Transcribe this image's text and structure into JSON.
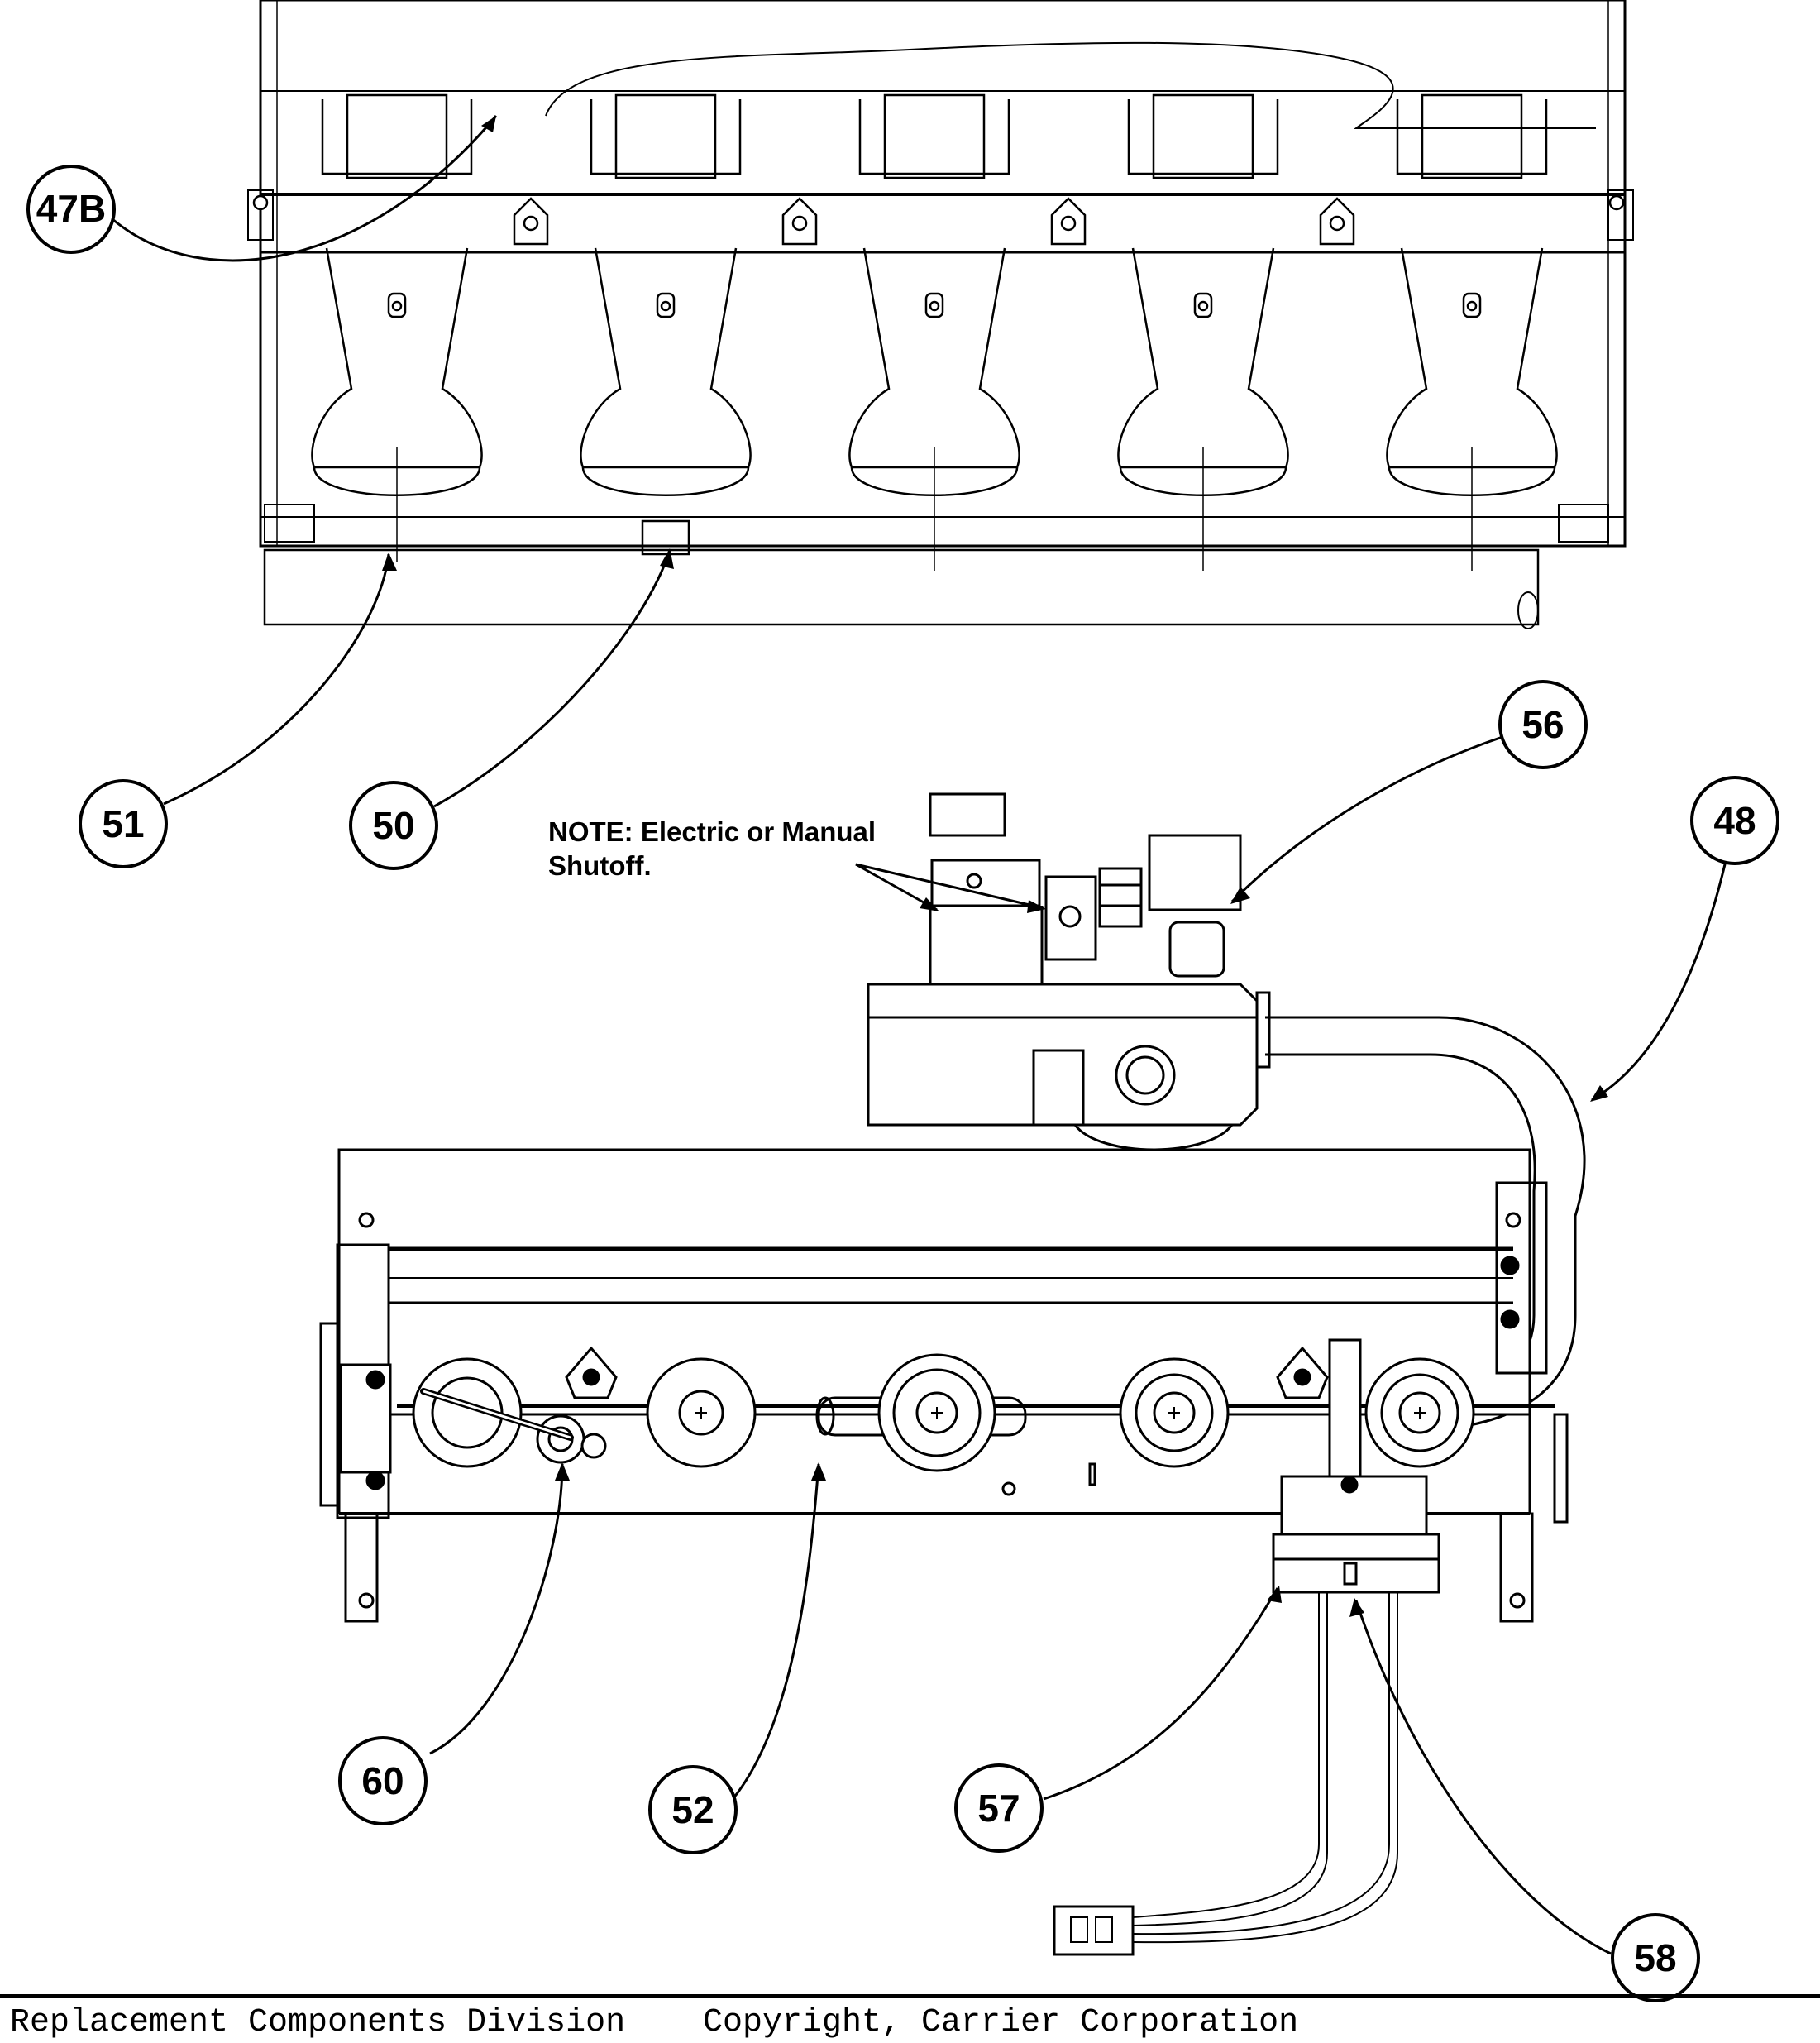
{
  "note": {
    "line1": "NOTE: Electric or Manual",
    "line2": "Shutoff."
  },
  "callouts": [
    {
      "id": "c47b",
      "label": "47B"
    },
    {
      "id": "c51",
      "label": "51"
    },
    {
      "id": "c50",
      "label": "50"
    },
    {
      "id": "c56",
      "label": "56"
    },
    {
      "id": "c48",
      "label": "48"
    },
    {
      "id": "c60",
      "label": "60"
    },
    {
      "id": "c52",
      "label": "52"
    },
    {
      "id": "c57",
      "label": "57"
    },
    {
      "id": "c58",
      "label": "58"
    }
  ],
  "footer": {
    "left": "Replacement Components Division",
    "right": "Copyright, Carrier Corporation"
  }
}
